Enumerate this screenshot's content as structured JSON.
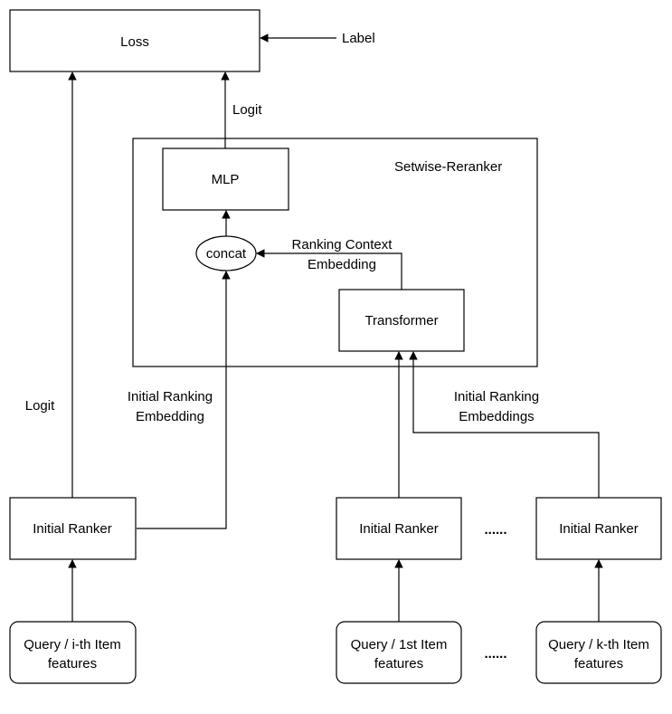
{
  "diagram": {
    "nodes": {
      "loss": "Loss",
      "label": "Label",
      "setwise_reranker": "Setwise-Reranker",
      "mlp": "MLP",
      "concat": "concat",
      "transformer": "Transformer",
      "initial_ranker_i": "Initial Ranker",
      "initial_ranker_1": "Initial Ranker",
      "initial_ranker_k": "Initial Ranker",
      "query_i_line1": "Query / i-th Item",
      "query_i_line2": "features",
      "query_1_line1": "Query / 1st Item",
      "query_1_line2": "features",
      "query_k_line1": "Query / k-th Item",
      "query_k_line2": "features",
      "ellipsis_rankers": "......",
      "ellipsis_queries": "......"
    },
    "edge_labels": {
      "logit_top": "Logit",
      "logit_left": "Logit",
      "ranking_context_line1": "Ranking Context",
      "ranking_context_line2": "Embedding",
      "initial_ranking_embedding_line1": "Initial Ranking",
      "initial_ranking_embedding_line2": "Embedding",
      "initial_ranking_embeddings_line1": "Initial Ranking",
      "initial_ranking_embeddings_line2": "Embeddings"
    }
  }
}
